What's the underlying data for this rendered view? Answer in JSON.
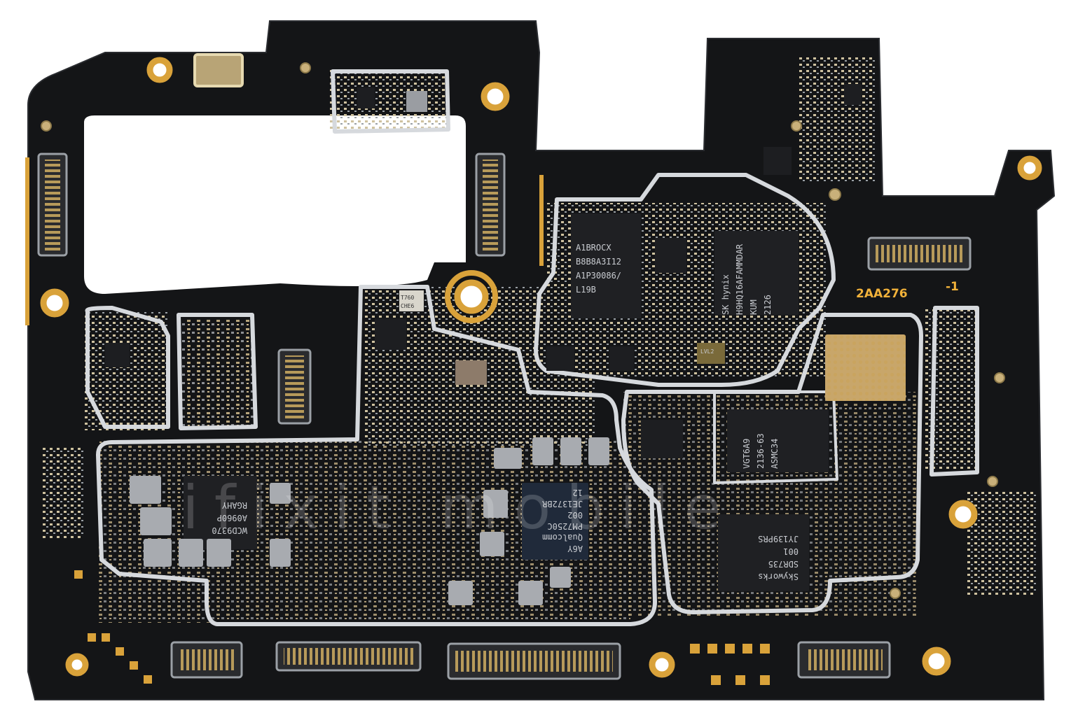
{
  "board": {
    "silkscreen_id": "2AA276",
    "silkscreen_rev": "-1",
    "watermark": "ifixit mobile"
  },
  "chips": [
    {
      "id": "ram-chip",
      "lines": [
        "A1BROCX",
        "B8B8A3I12",
        "A1P30086/",
        "L19B"
      ]
    },
    {
      "id": "memory-chip",
      "lines": [
        "SK hynix",
        "H9HQ16AFAMMDAR",
        "KUM",
        "2126"
      ]
    },
    {
      "id": "storage-chip",
      "lines": [
        "VGT6A9",
        "2136-63",
        "ASMC34"
      ]
    },
    {
      "id": "pmic-chip",
      "lines": [
        "A6Y",
        "Qualcomm",
        "PM7250C",
        "002",
        "JE1372BR",
        "12"
      ]
    },
    {
      "id": "modem-chip",
      "lines": [
        "Skyworks",
        "SDR735",
        "001",
        "JY139PRS"
      ]
    },
    {
      "id": "audio-chip",
      "lines": [
        "WCD9370",
        "A0960P",
        "RGAHY"
      ]
    },
    {
      "id": "small-chip-1",
      "lines": [
        "T760",
        "CHE6"
      ]
    },
    {
      "id": "small-chip-2",
      "lines": [
        "LVL2"
      ]
    }
  ],
  "colors": {
    "pcb": "#111214",
    "shield": "#cfd2d6",
    "gold": "#d9a23a",
    "component": "#b3a27c"
  }
}
